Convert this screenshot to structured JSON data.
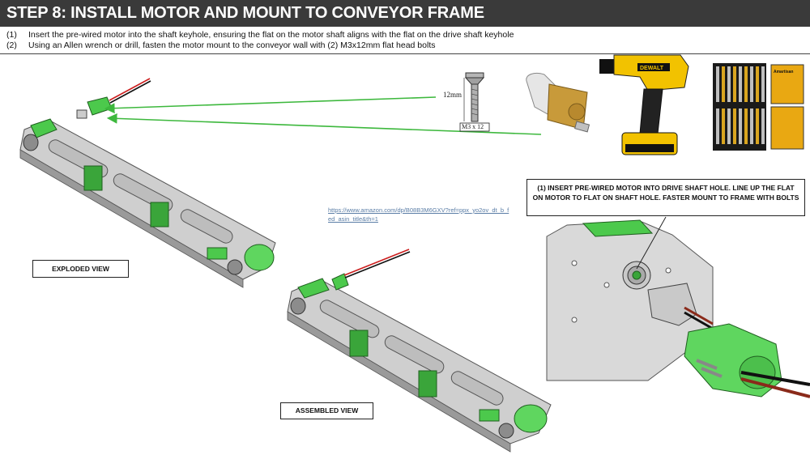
{
  "header": {
    "title": "STEP 8: INSTALL MOTOR AND MOUNT TO CONVEYOR FRAME"
  },
  "instructions": [
    {
      "num": "(1)",
      "text": "Insert the pre-wired motor into the shaft keyhole, ensuring the flat on the motor shaft aligns with the flat on the drive shaft keyhole"
    },
    {
      "num": "(2)",
      "text": "Using an Allen wrench or drill, fasten the motor mount to the conveyor wall with (2) M3x12mm flat head bolts"
    }
  ],
  "labels": {
    "exploded": "EXPLODED VIEW",
    "assembled": "ASSEMBLED VIEW",
    "callout": "(1) INSERT PRE-WIRED MOTOR INTO DRIVE SHAFT HOLE.  LINE UP THE FLAT ON MOTOR TO FLAT ON SHAFT HOLE.  FASTER MOUNT TO FRAME WITH BOLTS"
  },
  "link": {
    "text": "https://www.amazon.com/dp/B08B3M6GXV?ref=ppx_yo2ov_dt_b_fed_asin_title&th=1"
  },
  "screw": {
    "length_label": "12mm",
    "size_label": "M3 x 12"
  },
  "drill": {
    "brand": "DEWALT"
  },
  "bits": {
    "brand": "Amartisan"
  },
  "colors": {
    "frame": "#d4d4d4",
    "accent_green": "#4cc94c",
    "arrow": "#3db83d",
    "header_bg": "#3a3a3a"
  }
}
